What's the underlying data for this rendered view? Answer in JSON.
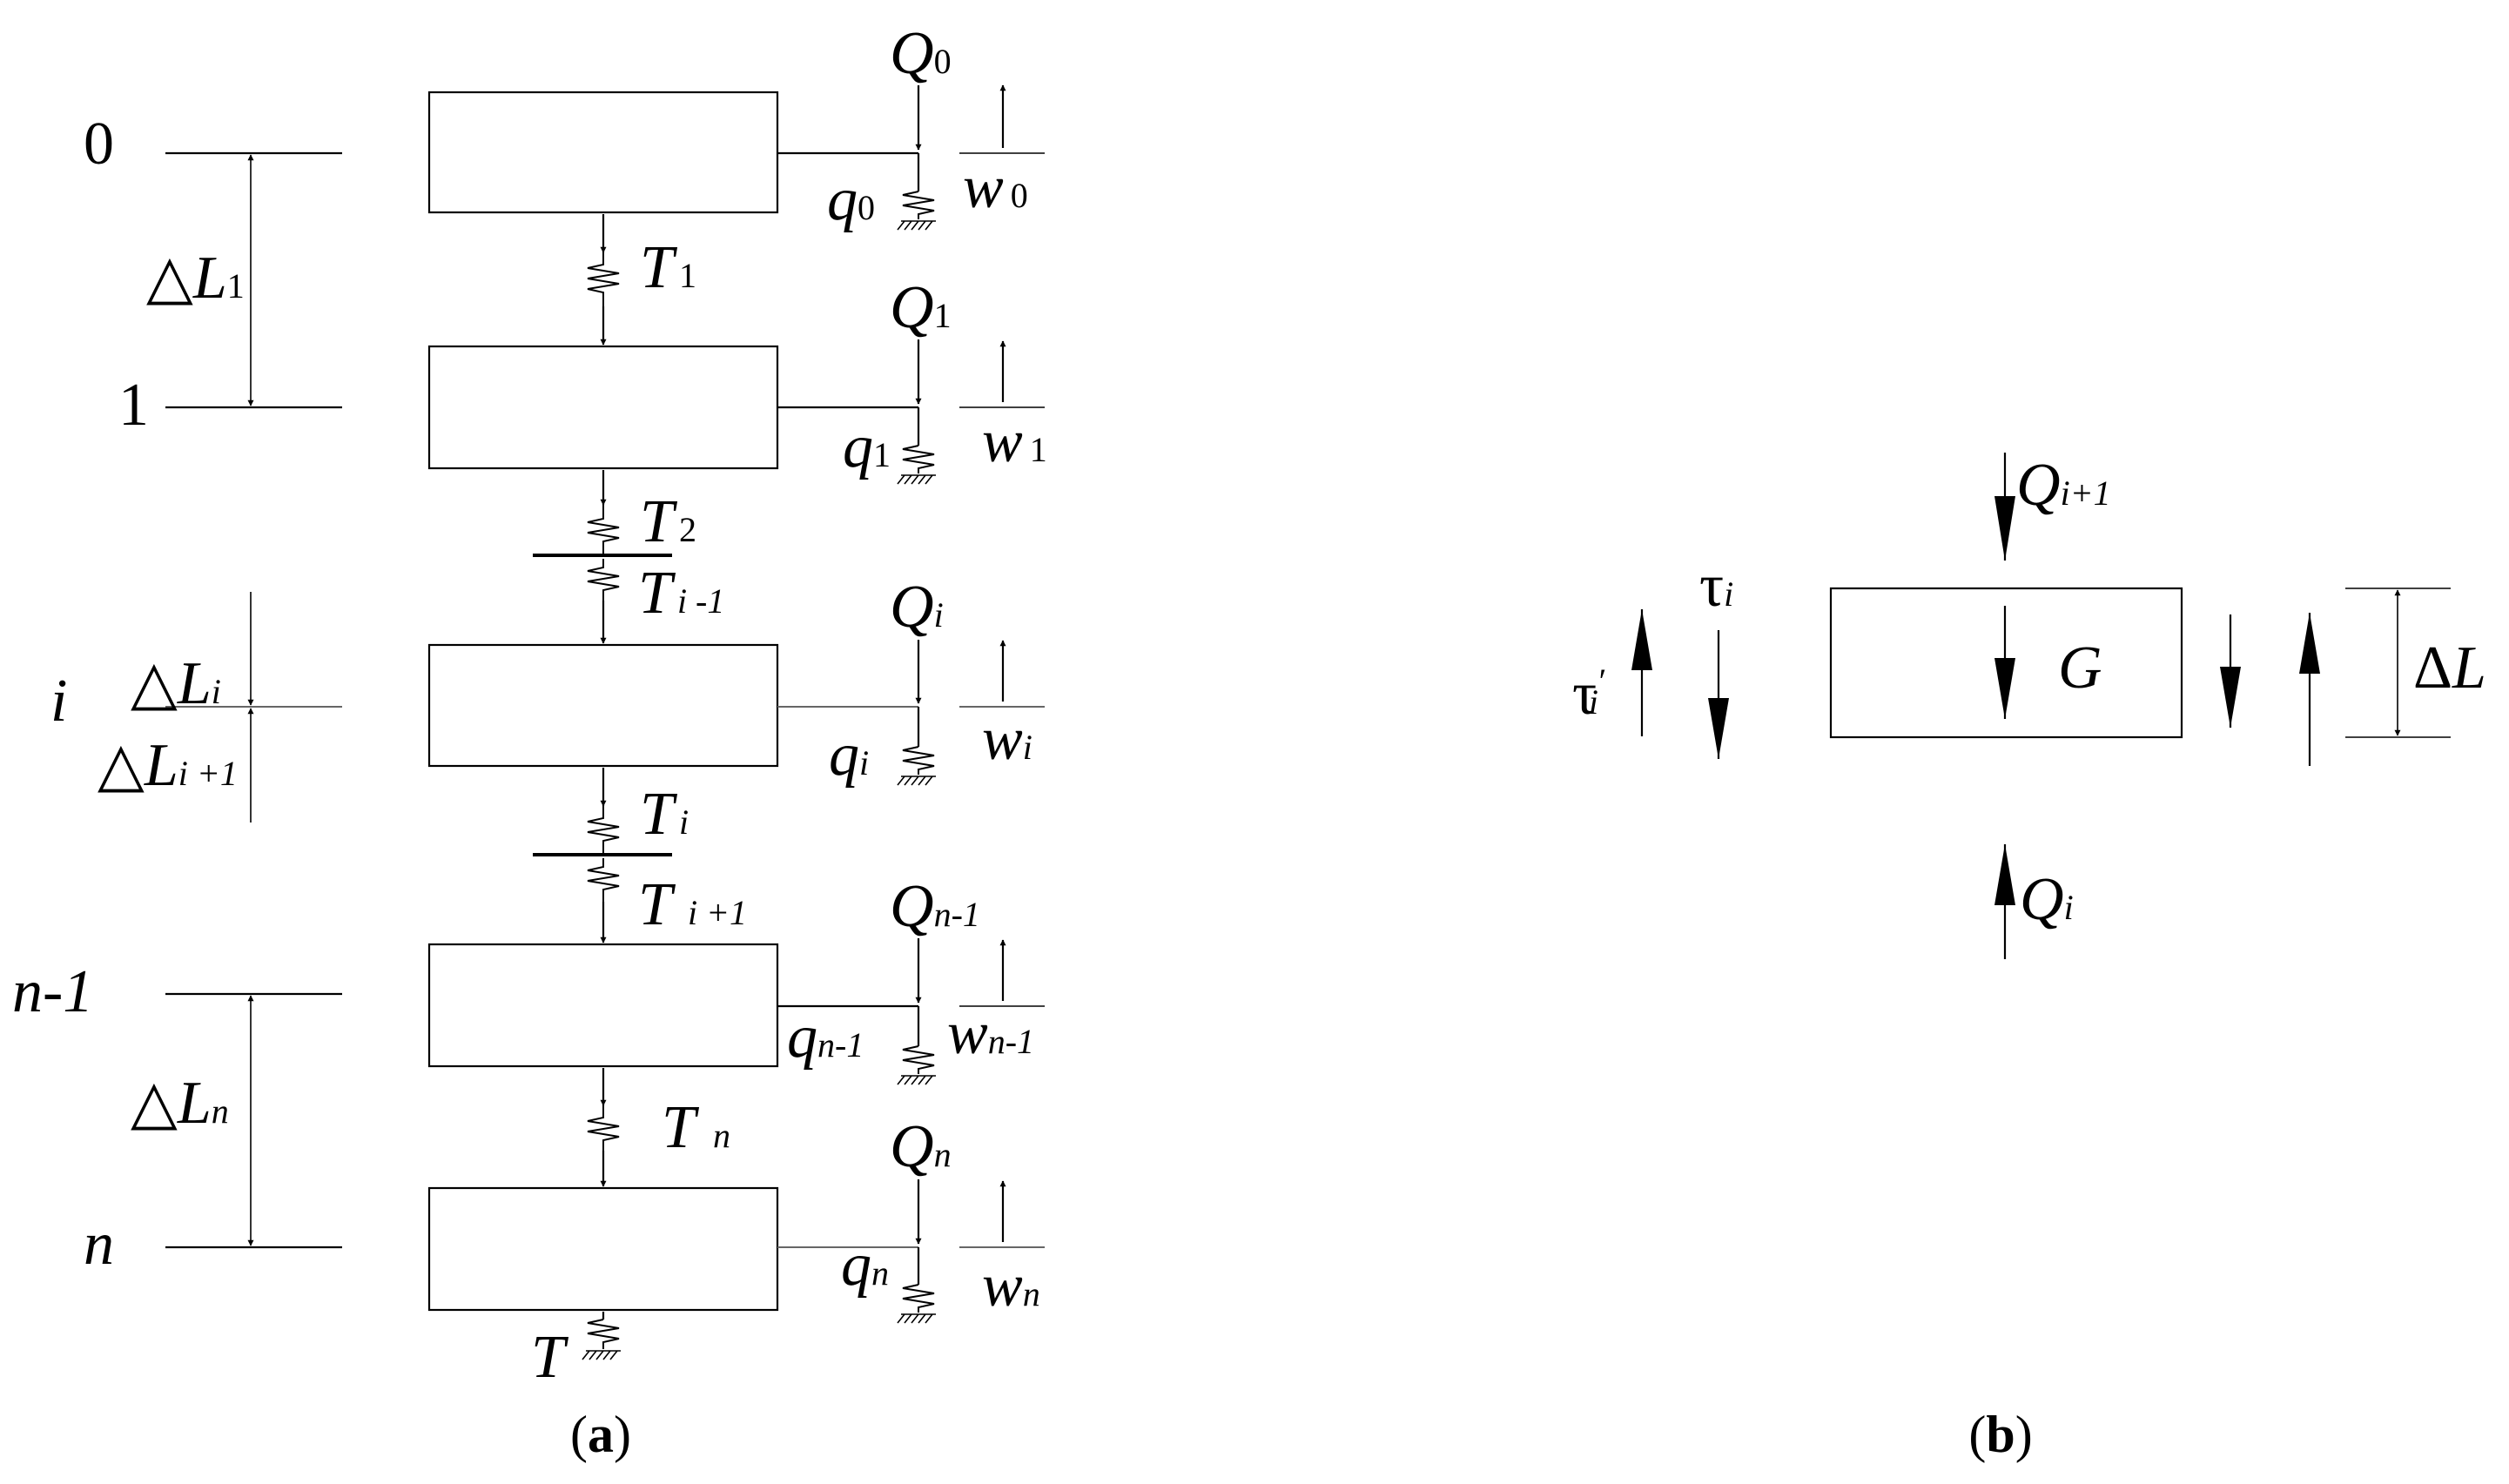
{
  "panels": [
    {
      "id": "a",
      "label": "(a)",
      "letter": "a"
    },
    {
      "id": "b",
      "label": "(b)",
      "letter": "b"
    }
  ],
  "panel_a": {
    "levels": [
      {
        "num": "0",
        "wsub": "0",
        "Qsub": "0",
        "qsub": "0"
      },
      {
        "num": "1",
        "wsub": "1",
        "Qsub": "1",
        "qsub": "1"
      },
      {
        "num": "i",
        "wsub": "i",
        "Qsub": "i",
        "qsub": "i"
      },
      {
        "num": "n-1",
        "wsub": "n-1",
        "Qsub": "n-1",
        "qsub": "n-1"
      },
      {
        "num": "n",
        "wsub": "n",
        "Qsub": "n",
        "qsub": "n"
      }
    ],
    "spring_labels": [
      {
        "base": "T",
        "sub": "1"
      },
      {
        "base": "T",
        "sub": "2"
      },
      {
        "base": "T",
        "sub": "i -1"
      },
      {
        "base": "T",
        "sub": "i"
      },
      {
        "base": "T",
        "sub": "i +1"
      },
      {
        "base": "T",
        "sub": "n"
      },
      {
        "base": "T",
        "sub": ""
      }
    ],
    "delta_labels": [
      {
        "prefix": "△",
        "base": "L",
        "sub": "1"
      },
      {
        "prefix": "△",
        "base": "L",
        "sub": "i"
      },
      {
        "prefix": "△",
        "base": "L",
        "sub": "i +1"
      },
      {
        "prefix": "△",
        "base": "L",
        "sub": "n"
      }
    ],
    "Q": "Q",
    "q": "q",
    "w": "w"
  },
  "panel_b": {
    "Q_top": {
      "base": "Q",
      "sub": "i+1"
    },
    "Q_bottom": {
      "base": "Q",
      "sub": "i"
    },
    "G": "G",
    "tau": {
      "base": "τ",
      "sub": "i"
    },
    "tau_prime": {
      "base": "τ",
      "sup": "′",
      "sub": "i"
    },
    "dL": "ΔL"
  }
}
